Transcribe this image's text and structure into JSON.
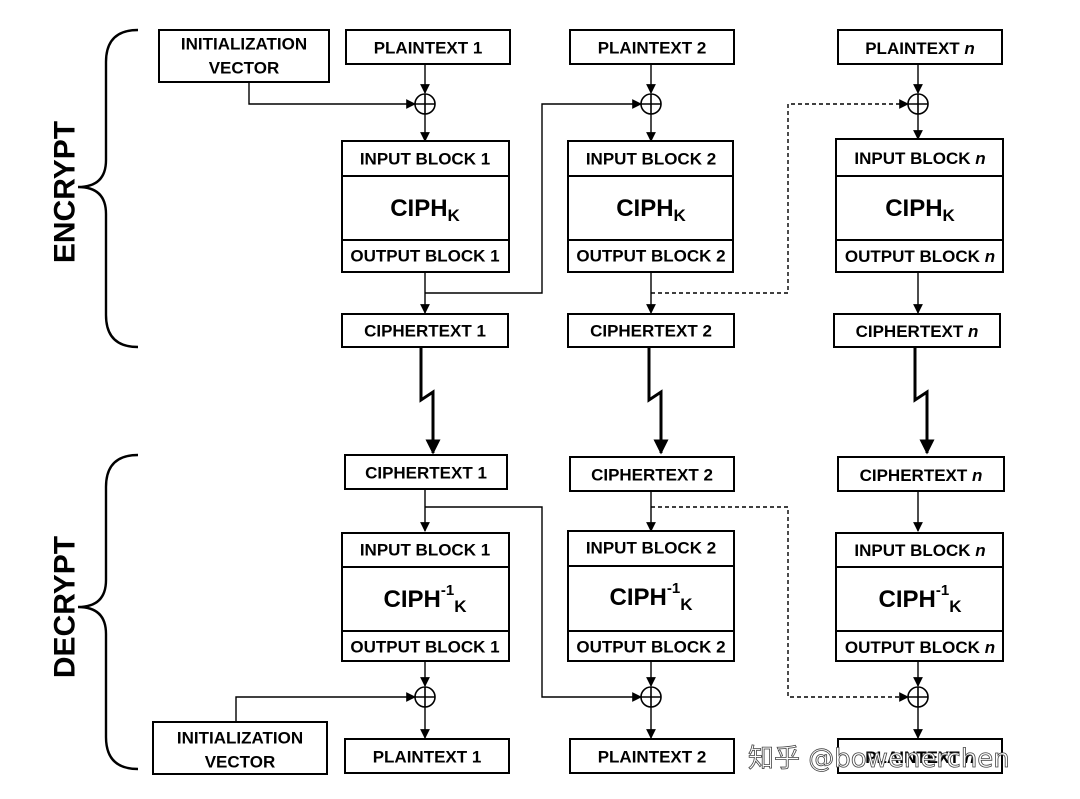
{
  "sections": {
    "encrypt_label": "ENCRYPT",
    "decrypt_label": "DECRYPT"
  },
  "iv": {
    "line1": "INITIALIZATION",
    "line2": "VECTOR"
  },
  "blocks": {
    "var": "n"
  },
  "encrypt": {
    "plaintext": [
      "PLAINTEXT 1",
      "PLAINTEXT 2",
      "PLAINTEXT "
    ],
    "input_block": [
      "INPUT BLOCK 1",
      "INPUT BLOCK 2",
      "INPUT BLOCK "
    ],
    "cipher_base": "CIPH",
    "cipher_sub": "K",
    "output_block": [
      "OUTPUT BLOCK 1",
      "OUTPUT BLOCK 2",
      "OUTPUT BLOCK "
    ],
    "ciphertext": [
      "CIPHERTEXT 1",
      "CIPHERTEXT 2",
      "CIPHERTEXT "
    ]
  },
  "decrypt": {
    "ciphertext": [
      "CIPHERTEXT 1",
      "CIPHERTEXT 2",
      "CIPHERTEXT "
    ],
    "input_block": [
      "INPUT BLOCK 1",
      "INPUT BLOCK 2",
      "INPUT BLOCK "
    ],
    "cipher_base": "CIPH",
    "cipher_sup": "-1",
    "cipher_sub": "K",
    "output_block": [
      "OUTPUT BLOCK 1",
      "OUTPUT BLOCK 2",
      "OUTPUT BLOCK "
    ],
    "plaintext": [
      "PLAINTEXT 1",
      "PLAINTEXT 2",
      "PLAINTEXT "
    ]
  },
  "watermark": "知乎 @bowenerchen"
}
